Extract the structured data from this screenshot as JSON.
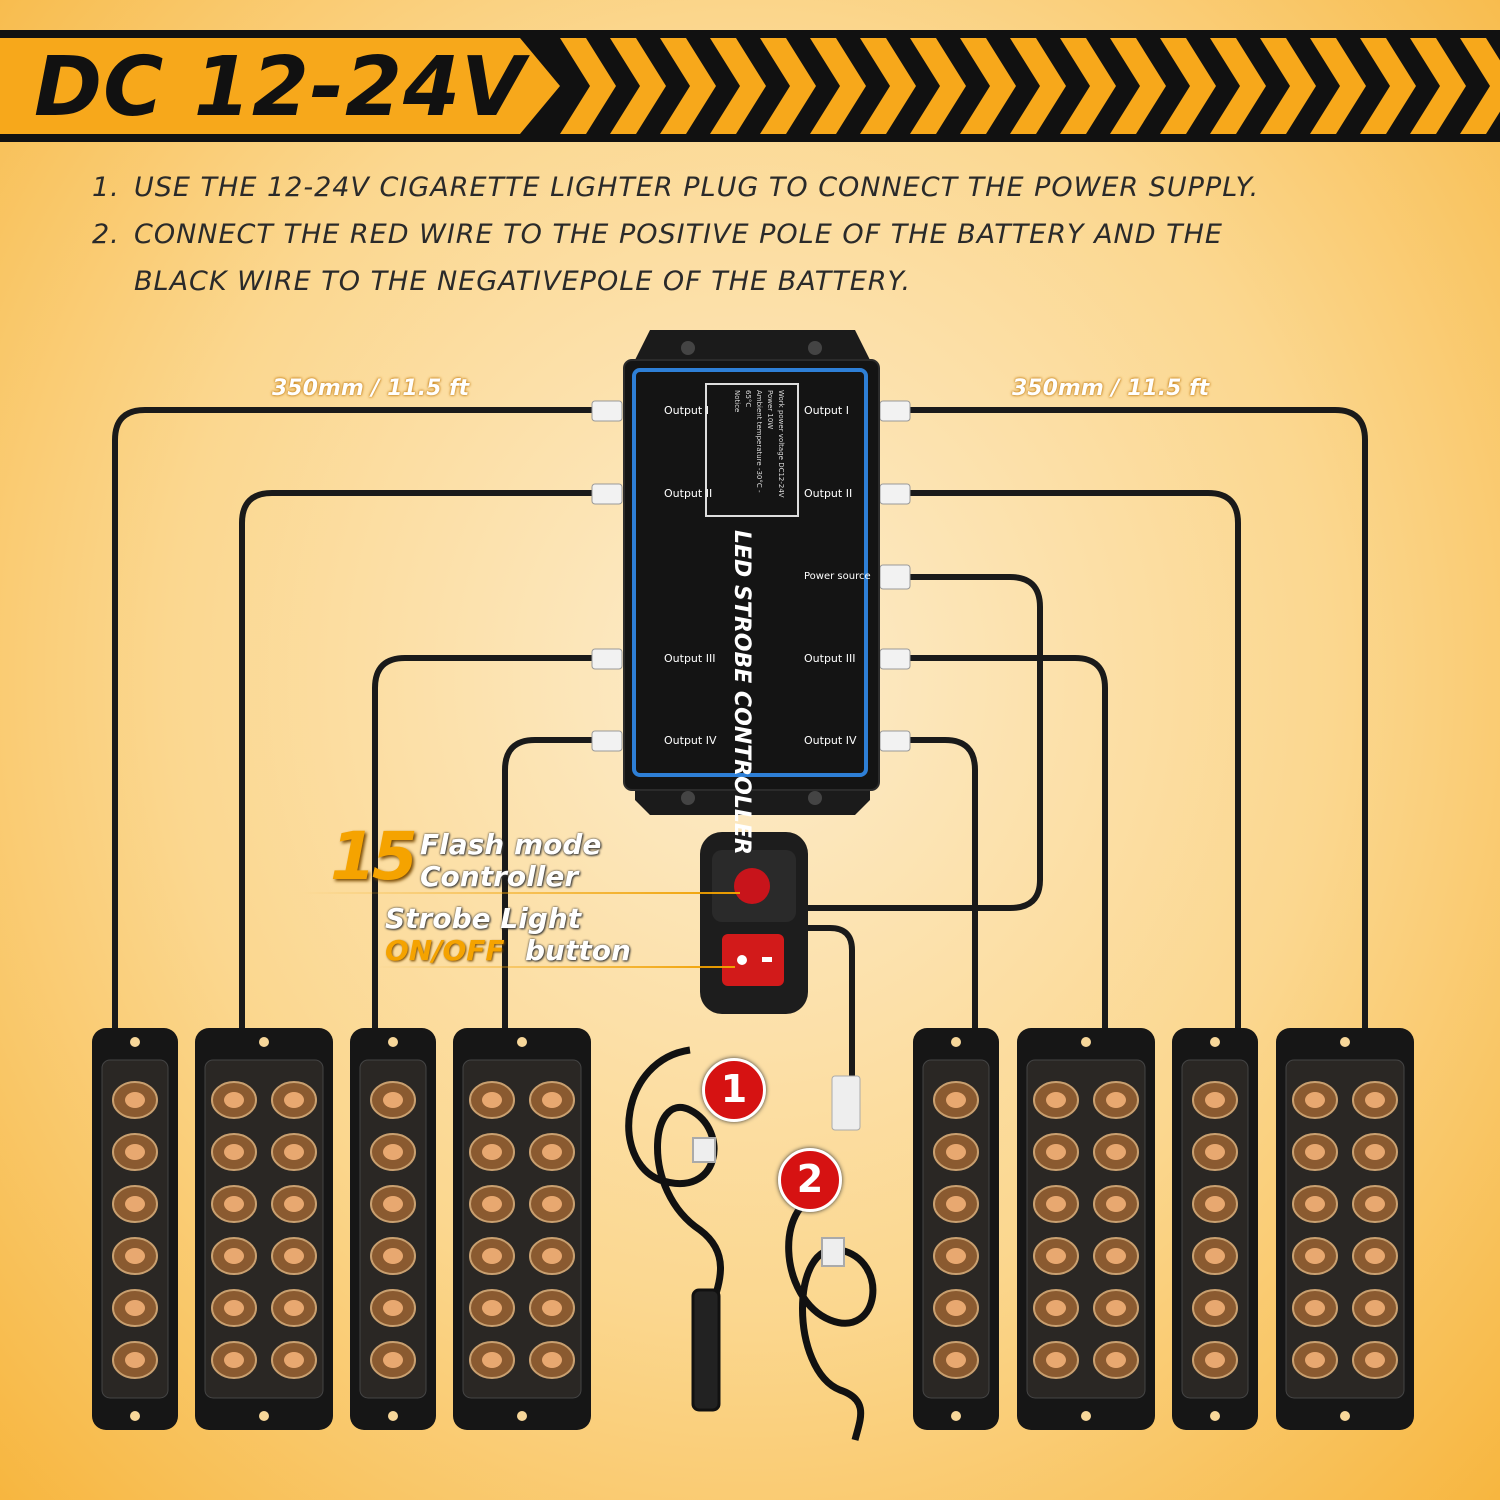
{
  "header": {
    "title": "DC 12-24V",
    "colors": {
      "accent": "#f5a623",
      "dark": "#111111",
      "chevron": "#f7a81b"
    }
  },
  "instructions": [
    {
      "num": "1.",
      "text": "USE THE 12-24V CIGARETTE LIGHTER PLUG TO CONNECT THE POWER SUPPLY."
    },
    {
      "num": "2.",
      "text": "CONNECT THE RED WIRE TO THE POSITIVE POLE OF THE BATTERY AND THE"
    },
    {
      "num": "",
      "text": "BLACK WIRE TO THE NEGATIVEPOLE OF THE BATTERY."
    }
  ],
  "cable_lengths": {
    "left": "350mm / 11.5 ft",
    "right": "350mm / 11.5 ft"
  },
  "controller": {
    "title": "LED STROBE CONTROLLER",
    "outputs_left": [
      "Output I",
      "Output II",
      "Output III",
      "Output IV"
    ],
    "outputs_right": [
      "Output I",
      "Output II",
      "Power source",
      "Output III",
      "Output IV"
    ],
    "spec_lines": [
      "Work power voltage  DC12-24V",
      "Power            10W",
      "Ambient temperature  -30°C - 65°C",
      "Notice"
    ]
  },
  "callouts": {
    "flash_count": "15",
    "flash_line1": "Flash mode",
    "flash_line2": "Controller",
    "strobe_line1": "Strobe Light",
    "strobe_onoff": "ON/OFF",
    "strobe_button": "button"
  },
  "markers": [
    "1",
    "2"
  ],
  "icons": [
    "chevron-arrow-icon",
    "cigarette-plug-icon",
    "battery-clip-icon",
    "led-light-bar-icon",
    "rocker-switch-icon"
  ]
}
